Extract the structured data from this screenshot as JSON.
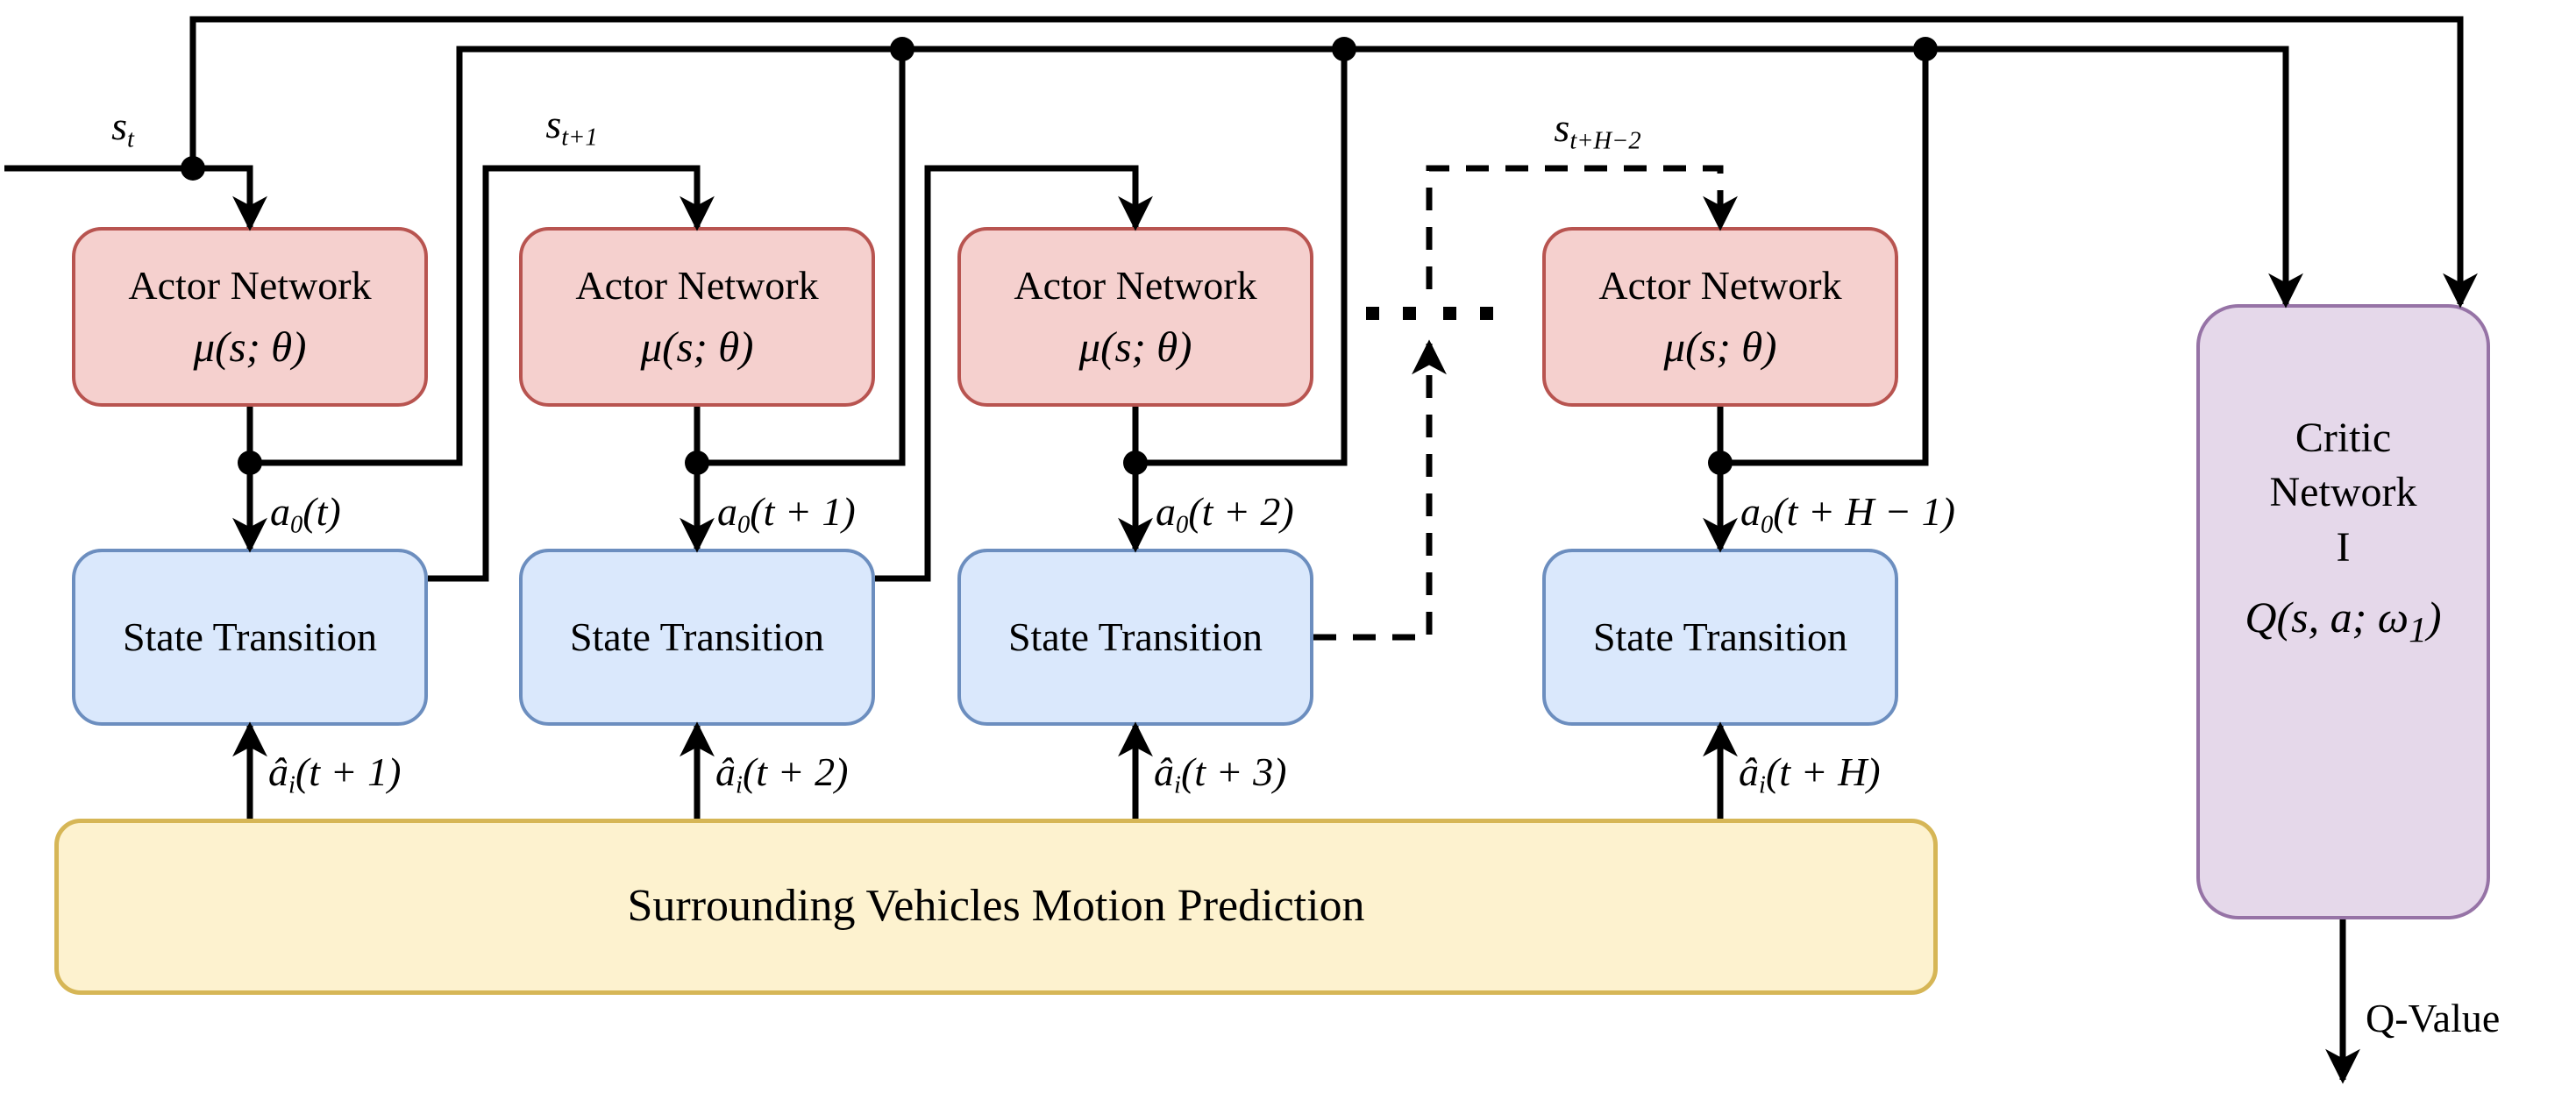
{
  "colors": {
    "background": "#ffffff",
    "text": "#000000",
    "line": "#000000",
    "actor_fill": "#f5d0ce",
    "actor_border": "#b85450",
    "state_fill": "#dae8fc",
    "state_border": "#6c8ebf",
    "prediction_fill": "#fdf2cf",
    "prediction_border": "#d6b656",
    "critic_fill": "#e5d8ea",
    "critic_border": "#9673a6"
  },
  "state_labels": {
    "s_t": "s<sub>t</sub>",
    "s_t_plus_1": "s<sub>t+1</sub>",
    "s_t_plus_H_minus_2": "s<sub>t+H−2</sub>"
  },
  "stages": [
    {
      "actor_title": "Actor Network",
      "actor_formula": "μ(s; θ)",
      "state_title": "State Transition",
      "action_label": "a<sub>0</sub>(t)",
      "prediction_label": "â<sub>i</sub>(t + 1)"
    },
    {
      "actor_title": "Actor Network",
      "actor_formula": "μ(s; θ)",
      "state_title": "State Transition",
      "action_label": "a<sub>0</sub>(t + 1)",
      "prediction_label": "â<sub>i</sub>(t + 2)"
    },
    {
      "actor_title": "Actor Network",
      "actor_formula": "μ(s; θ)",
      "state_title": "State Transition",
      "action_label": "a<sub>0</sub>(t + 2)",
      "prediction_label": "â<sub>i</sub>(t + 3)"
    },
    {
      "actor_title": "Actor Network",
      "actor_formula": "μ(s; θ)",
      "state_title": "State Transition",
      "action_label": "a<sub>0</sub>(t + H − 1)",
      "prediction_label": "â<sub>i</sub>(t + H)"
    }
  ],
  "prediction": {
    "label": "Surrounding Vehicles Motion Prediction"
  },
  "critic": {
    "line1": "Critic",
    "line2": "Network",
    "line3": "I",
    "formula": "Q(s, a; ω<sub>1</sub>)",
    "output_label": "Q-Value"
  }
}
